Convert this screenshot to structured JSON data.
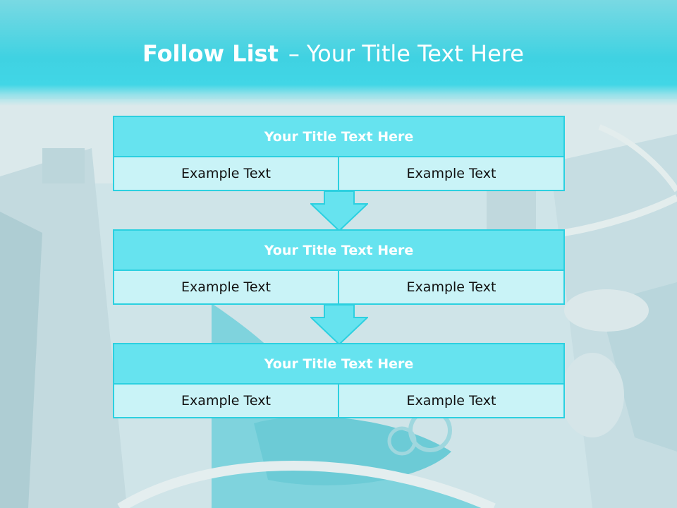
{
  "slide": {
    "title_bold": "Follow List",
    "title_dash": "–",
    "title_rest": "Your Title Text Here"
  },
  "blocks": [
    {
      "title": "Your Title Text Here",
      "left": "Example Text",
      "right": "Example Text"
    },
    {
      "title": "Your Title Text Here",
      "left": "Example Text",
      "right": "Example Text"
    },
    {
      "title": "Your Title Text Here",
      "left": "Example Text",
      "right": "Example Text"
    }
  ],
  "colors": {
    "header": "#41d6e6",
    "block_title_fill": "#66e3ef",
    "block_cell_fill": "#c9f3f7",
    "border": "#2cd0e0",
    "arrow_fill": "#66e3ef"
  },
  "icons": [
    "down-arrow-icon",
    "down-arrow-icon"
  ]
}
